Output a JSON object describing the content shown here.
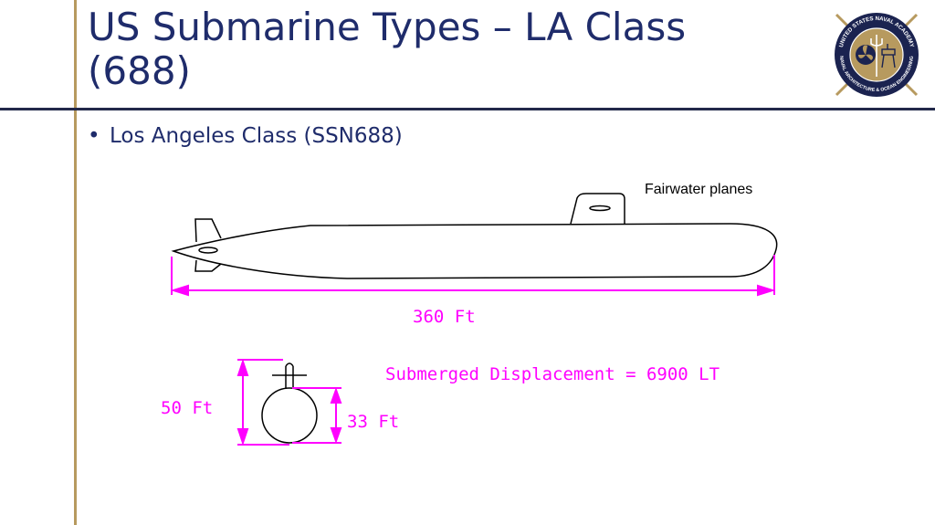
{
  "slide": {
    "title": "US Submarine Types – LA Class (688)",
    "bullets": [
      {
        "marker": "•",
        "text": "Los Angeles Class (SSN688)"
      }
    ]
  },
  "seal": {
    "ring_text_top": "UNITED STATES NAVAL ACADEMY",
    "ring_text_bottom": "NAVAL ARCHITECTURE & OCEAN ENGINEERING"
  },
  "drawing": {
    "fairwater_label": "Fairwater planes",
    "length_label": "360 Ft",
    "displacement_label": "Submerged Displacement = 6900 LT",
    "height_label": "50 Ft",
    "diameter_label": "33 Ft"
  },
  "colors": {
    "title": "#1f2c6b",
    "gold_rule": "#b79a5f",
    "navy_rule": "#22294a",
    "dimension_magenta": "#ff00ff"
  }
}
